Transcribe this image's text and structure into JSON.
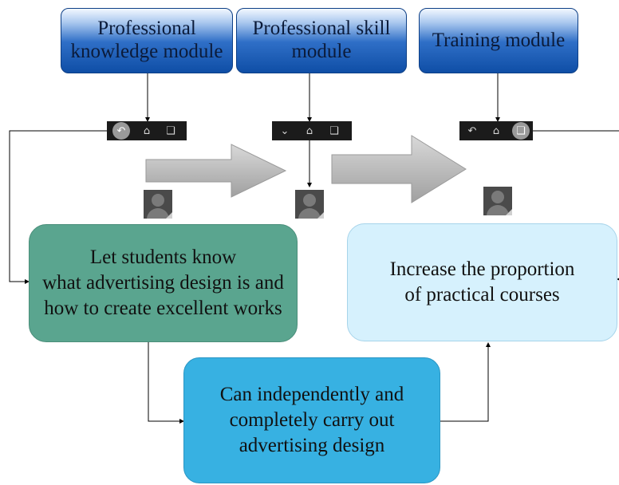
{
  "modules": [
    {
      "id": "professional-knowledge-module",
      "label": "Professional\nknowledge module"
    },
    {
      "id": "professional-skill-module",
      "label": "Professional skill\nmodule"
    },
    {
      "id": "training-module",
      "label": "Training module"
    }
  ],
  "nav_icons": {
    "left": [
      "back-icon",
      "home-icon",
      "recent-apps-icon"
    ],
    "middle": [
      "chevron-down-icon",
      "home-icon",
      "recent-apps-icon"
    ],
    "right": [
      "back-icon",
      "home-icon",
      "recent-apps-icon"
    ]
  },
  "boxes": {
    "knowledge": "Let students know\nwhat advertising design is and\nhow to create excellent works",
    "practical": "Increase the proportion\nof practical courses",
    "design": "Can independently and\ncompletely carry out\nadvertising design"
  },
  "colors": {
    "module_blue": "#0f4ea6",
    "green_box": "#5aa58f",
    "light_box": "#d6f1fd",
    "blue_box": "#37b1e2",
    "arrow_gray": "#bdbdbd",
    "connector": "#000000"
  }
}
